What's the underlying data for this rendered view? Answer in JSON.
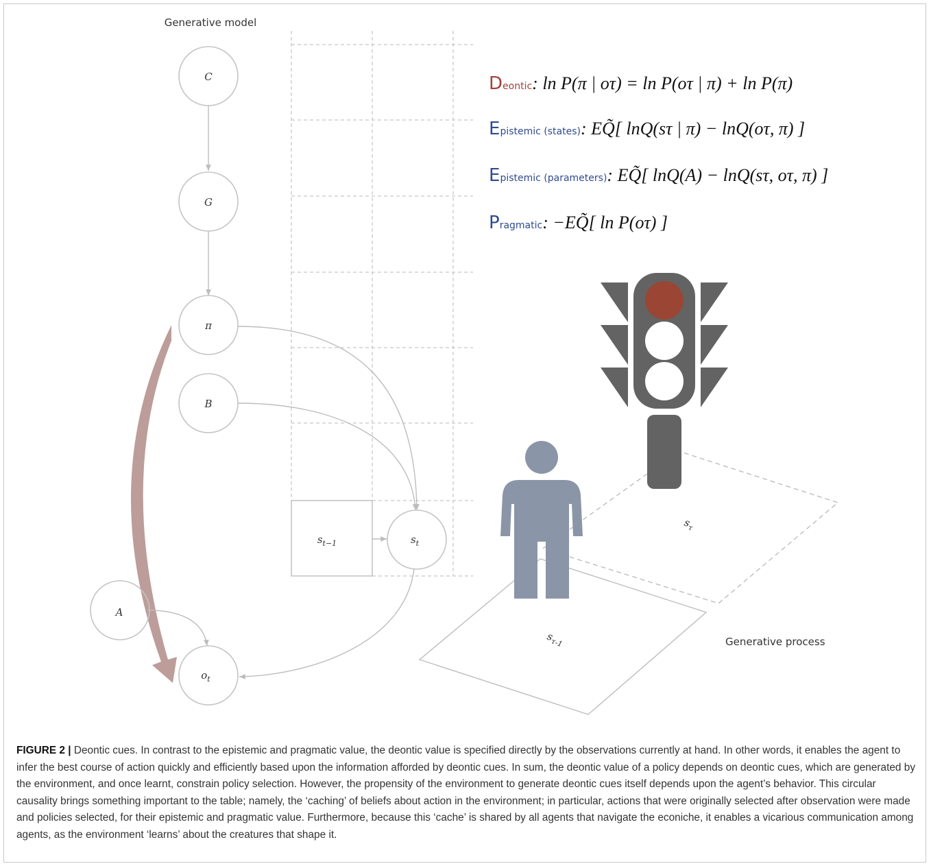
{
  "figure": {
    "generative_model_label": "Generative model",
    "generative_process_label": "Generative process",
    "nodes": {
      "C": "C",
      "G": "G",
      "pi": "π",
      "B": "B",
      "A": "A",
      "o_t": "o",
      "o_t_sub": "t",
      "s_t": "s",
      "s_t_sub": "t",
      "s_t_minus_1": "s",
      "s_t_minus_1_sub": "t−1"
    },
    "scene": {
      "s_tau": "s",
      "s_tau_sub": "τ",
      "s_tau_minus_1": "s",
      "s_tau_minus_1_sub": "τ-1"
    },
    "equations": [
      {
        "initial": "D",
        "rest": "eontic",
        "initial_color": "#a3413c",
        "rest_color": "#a3413c",
        "formula": ": ln P(π | oτ) = ln P(oτ | π) + ln P(π)"
      },
      {
        "initial": "E",
        "rest": "pistemic (states)",
        "initial_color": "#2e4b8f",
        "rest_color": "#2e4b8f",
        "formula": ": EQ̃[ lnQ(sτ | π) − lnQ(oτ, π) ]"
      },
      {
        "initial": "E",
        "rest": "pistemic (parameters)",
        "initial_color": "#2e4b8f",
        "rest_color": "#2e4b8f",
        "formula": ": EQ̃[ lnQ(A) − lnQ(sτ, oτ, π) ]"
      },
      {
        "initial": "P",
        "rest": "ragmatic",
        "initial_color": "#2e4b8f",
        "rest_color": "#2e4b8f",
        "formula": ": −EQ̃[ ln P(oτ) ]"
      }
    ],
    "colors": {
      "node_stroke": "#c4c4c4",
      "arrow_stroke": "#bdbdbd",
      "big_arrow": "#b08c88",
      "traffic_light": "#636363",
      "red_light": "#9b4534",
      "person": "#8b95a8"
    }
  },
  "caption": {
    "label": "FIGURE 2 |",
    "text": " Deontic cues. In contrast to the epistemic and pragmatic value, the deontic value is specified directly by the observations currently at hand. In other words, it enables the agent to infer the best course of action quickly and efficiently based upon the information afforded by deontic cues. In sum, the deontic value of a policy depends on deontic cues, which are generated by the environment, and once learnt, constrain policy selection. However, the propensity of the environment to generate deontic cues itself depends upon the agent’s behavior. This circular causality brings something important to the table; namely, the ‘caching’ of beliefs about action in the environment; in particular, actions that were originally selected after observation were made and policies selected, for their epistemic and pragmatic value. Furthermore, because this ‘cache’ is shared by all agents that navigate the econiche, it enables a vicarious communication among agents, as the environment ‘learns’ about the creatures that shape it."
  }
}
